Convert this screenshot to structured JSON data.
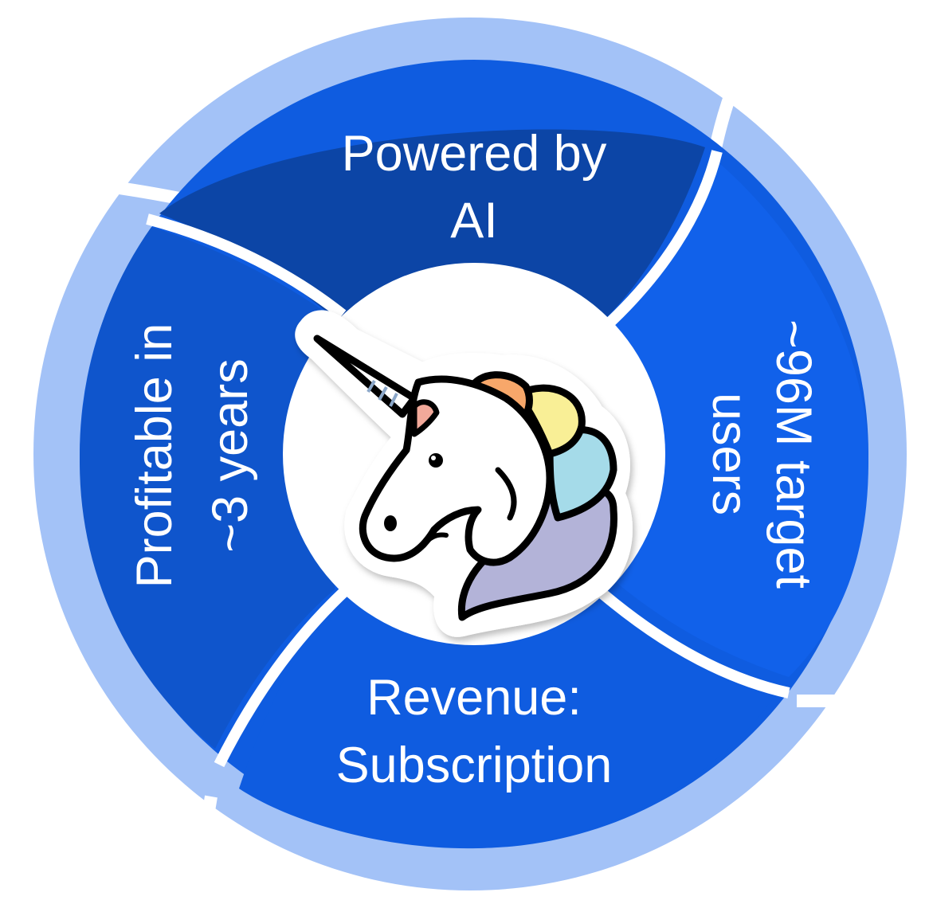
{
  "segments": {
    "top": {
      "line1": "Powered by",
      "line2": "AI"
    },
    "right": {
      "line1": "~96M target",
      "line2": "users"
    },
    "bottom": {
      "line1": "Revenue:",
      "line2": "Subscription"
    },
    "left": {
      "line1": "Profitable in",
      "line2": "~3 years"
    }
  },
  "center": {
    "icon": "unicorn-icon"
  },
  "colors": {
    "outer_ring": "#a3c2f7",
    "top": "#0c45a6",
    "right": "#1161ea",
    "bottom": "#0f5ce0",
    "left": "#0f55cc",
    "center": "#ffffff",
    "text": "#ffffff",
    "unicorn_mane": [
      "#f7a76a",
      "#f9ef96",
      "#a5dbe9",
      "#b3b3d8"
    ]
  }
}
